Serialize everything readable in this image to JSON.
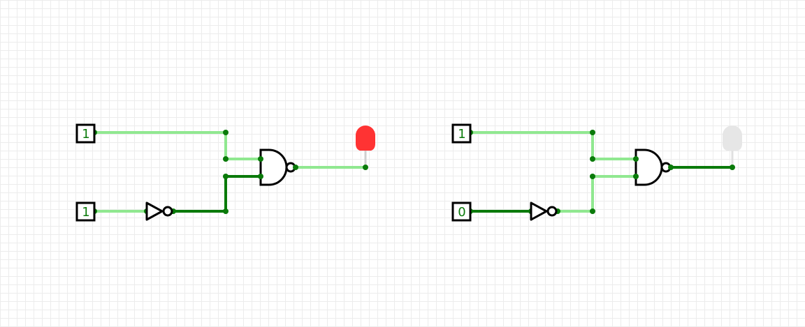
{
  "colors": {
    "wire_on": "#0a7a0a",
    "wire_off": "#90e890",
    "gate_stroke": "#000000",
    "input_text": "#0a7a0a",
    "led_on": "#ff3333",
    "led_off": "#e6e6e6"
  },
  "circuits": [
    {
      "input_a": {
        "value": "1"
      },
      "input_b": {
        "value": "1"
      },
      "led": {
        "state": "on"
      }
    },
    {
      "input_a": {
        "value": "1"
      },
      "input_b": {
        "value": "0"
      },
      "led": {
        "state": "off"
      }
    }
  ]
}
